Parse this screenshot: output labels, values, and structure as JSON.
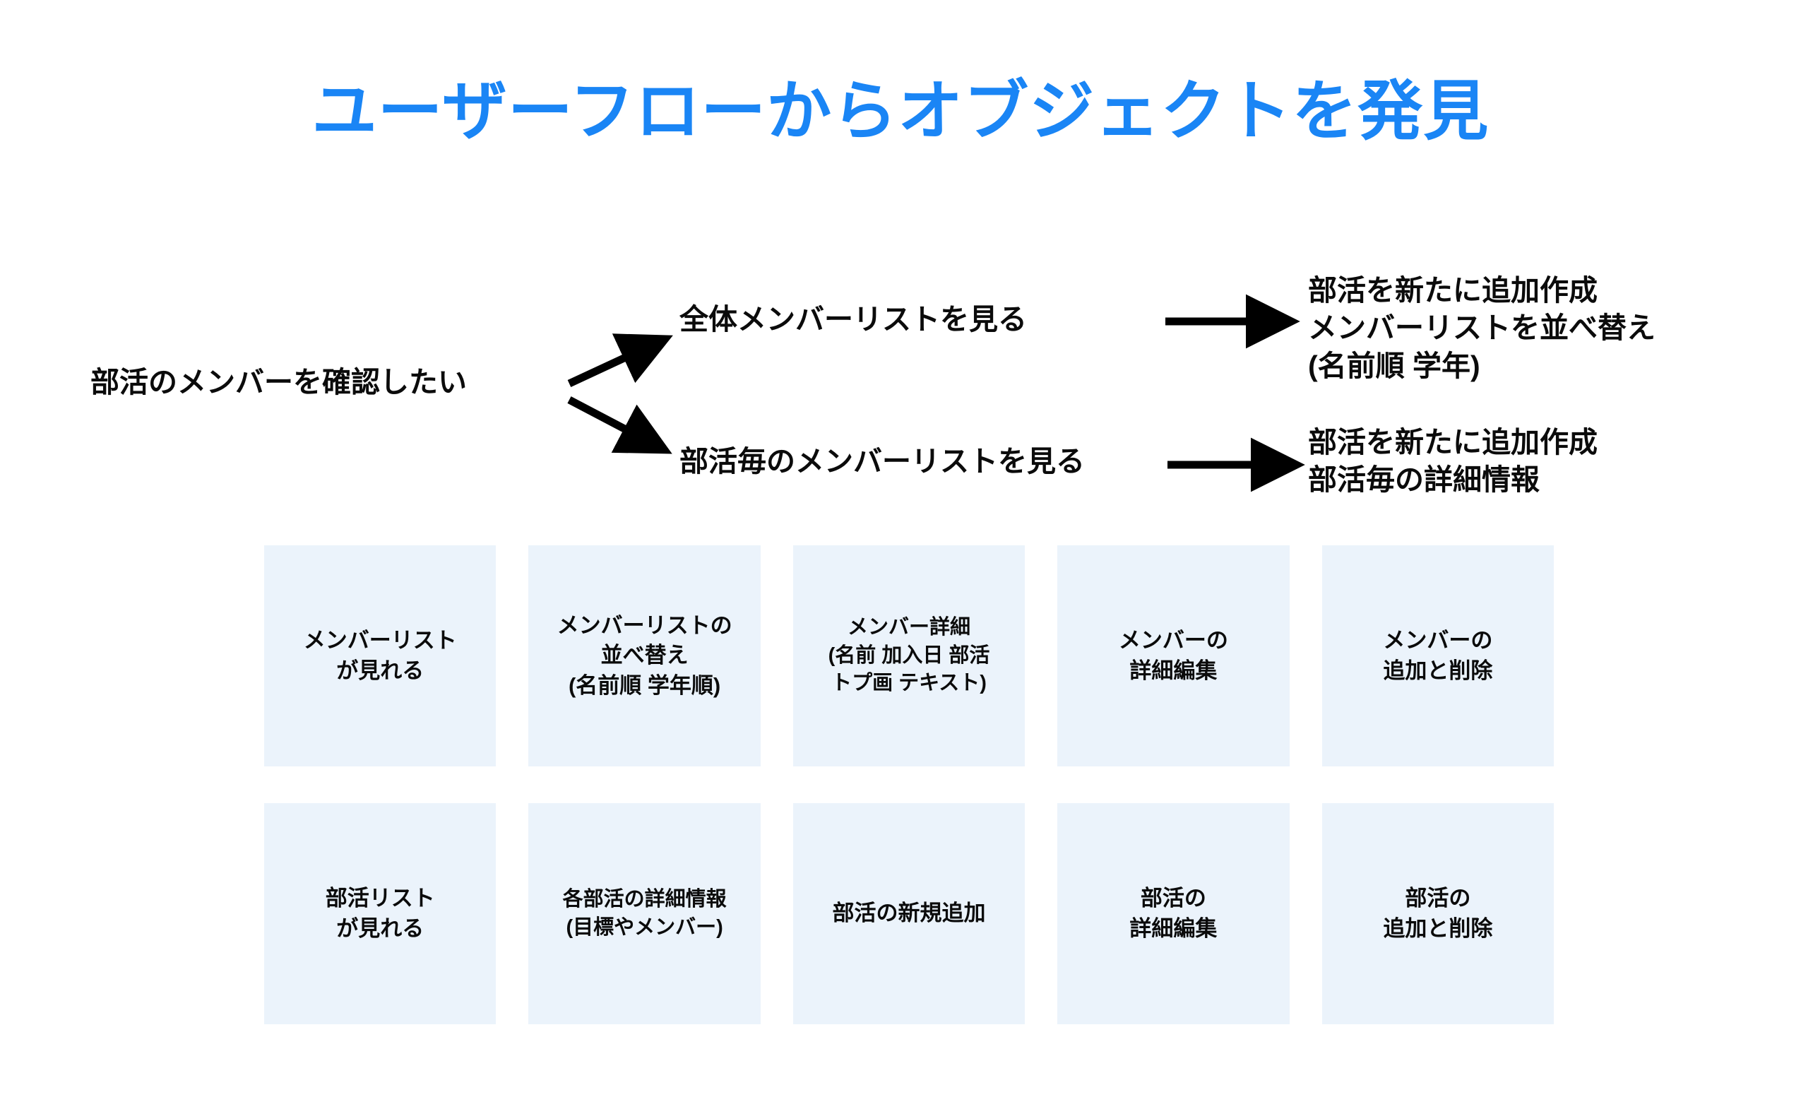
{
  "page": {
    "title": "ユーザーフローからオブジェクトを発見",
    "title_color": "#1A85F5",
    "background_color": "#FFFFFF",
    "card_color": "#EBF3FB",
    "text_color": "#0B0B0B"
  },
  "flow": {
    "start_label": "部活のメンバーを確認したい",
    "branches": [
      {
        "label": "全体メンバーリストを見る",
        "outcome": "部活を新たに追加作成\nメンバーリストを並べ替え\n(名前順 学年)",
        "outcome_lines": [
          "部活を新たに追加作成",
          "メンバーリストを並べ替え",
          "(名前順 学年)"
        ]
      },
      {
        "label": "部活毎のメンバーリストを見る",
        "outcome": "部活を新たに追加作成\n部活毎の詳細情報",
        "outcome_lines": [
          "部活を新たに追加作成",
          "部活毎の詳細情報"
        ]
      }
    ],
    "arrow_icons": [
      "branch-arrow-up-icon",
      "branch-arrow-down-icon",
      "arrow-right-icon",
      "arrow-right-icon"
    ]
  },
  "cards": {
    "row1": [
      {
        "text": "メンバーリスト\nが見れる"
      },
      {
        "text": "メンバーリストの\n並べ替え\n(名前順 学年順)"
      },
      {
        "text": "メンバー詳細\n(名前 加入日 部活\nトプ画 テキスト)"
      },
      {
        "text": "メンバーの\n詳細編集"
      },
      {
        "text": "メンバーの\n追加と削除"
      }
    ],
    "row2": [
      {
        "text": "部活リスト\nが見れる"
      },
      {
        "text": "各部活の詳細情報\n(目標やメンバー)"
      },
      {
        "text": "部活の新規追加"
      },
      {
        "text": "部活の\n詳細編集"
      },
      {
        "text": "部活の\n追加と削除"
      }
    ]
  }
}
